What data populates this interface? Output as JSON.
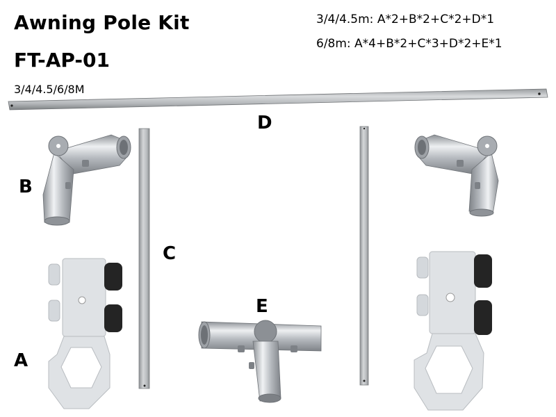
{
  "header": {
    "title": "Awning Pole Kit",
    "model": "FT-AP-01",
    "sizes": "3/4/4.5/6/8M"
  },
  "kit_configurations": [
    {
      "size": "3/4/4.5m",
      "text": "3/4/4.5m: A*2+B*2+C*2+D*1"
    },
    {
      "size": "6/8m",
      "text": "6/8m: A*4+B*2+C*3+D*2+E*1"
    }
  ],
  "parts": [
    {
      "id": "A",
      "label": "A",
      "description": "plastic wall bracket with two black knobs and hexagonal ring"
    },
    {
      "id": "B",
      "label": "B",
      "description": "angled metal elbow connector"
    },
    {
      "id": "C",
      "label": "C",
      "description": "vertical square aluminium pole"
    },
    {
      "id": "D",
      "label": "D",
      "description": "horizontal square aluminium pole"
    },
    {
      "id": "E",
      "label": "E",
      "description": "metal T-connector"
    }
  ],
  "colors": {
    "pole": "#b9bcbf",
    "pole_shadow": "#8e9194",
    "metal": "#c9ccd0",
    "bracket": "#d9dde0",
    "knob": "#222222",
    "text": "#000000"
  }
}
